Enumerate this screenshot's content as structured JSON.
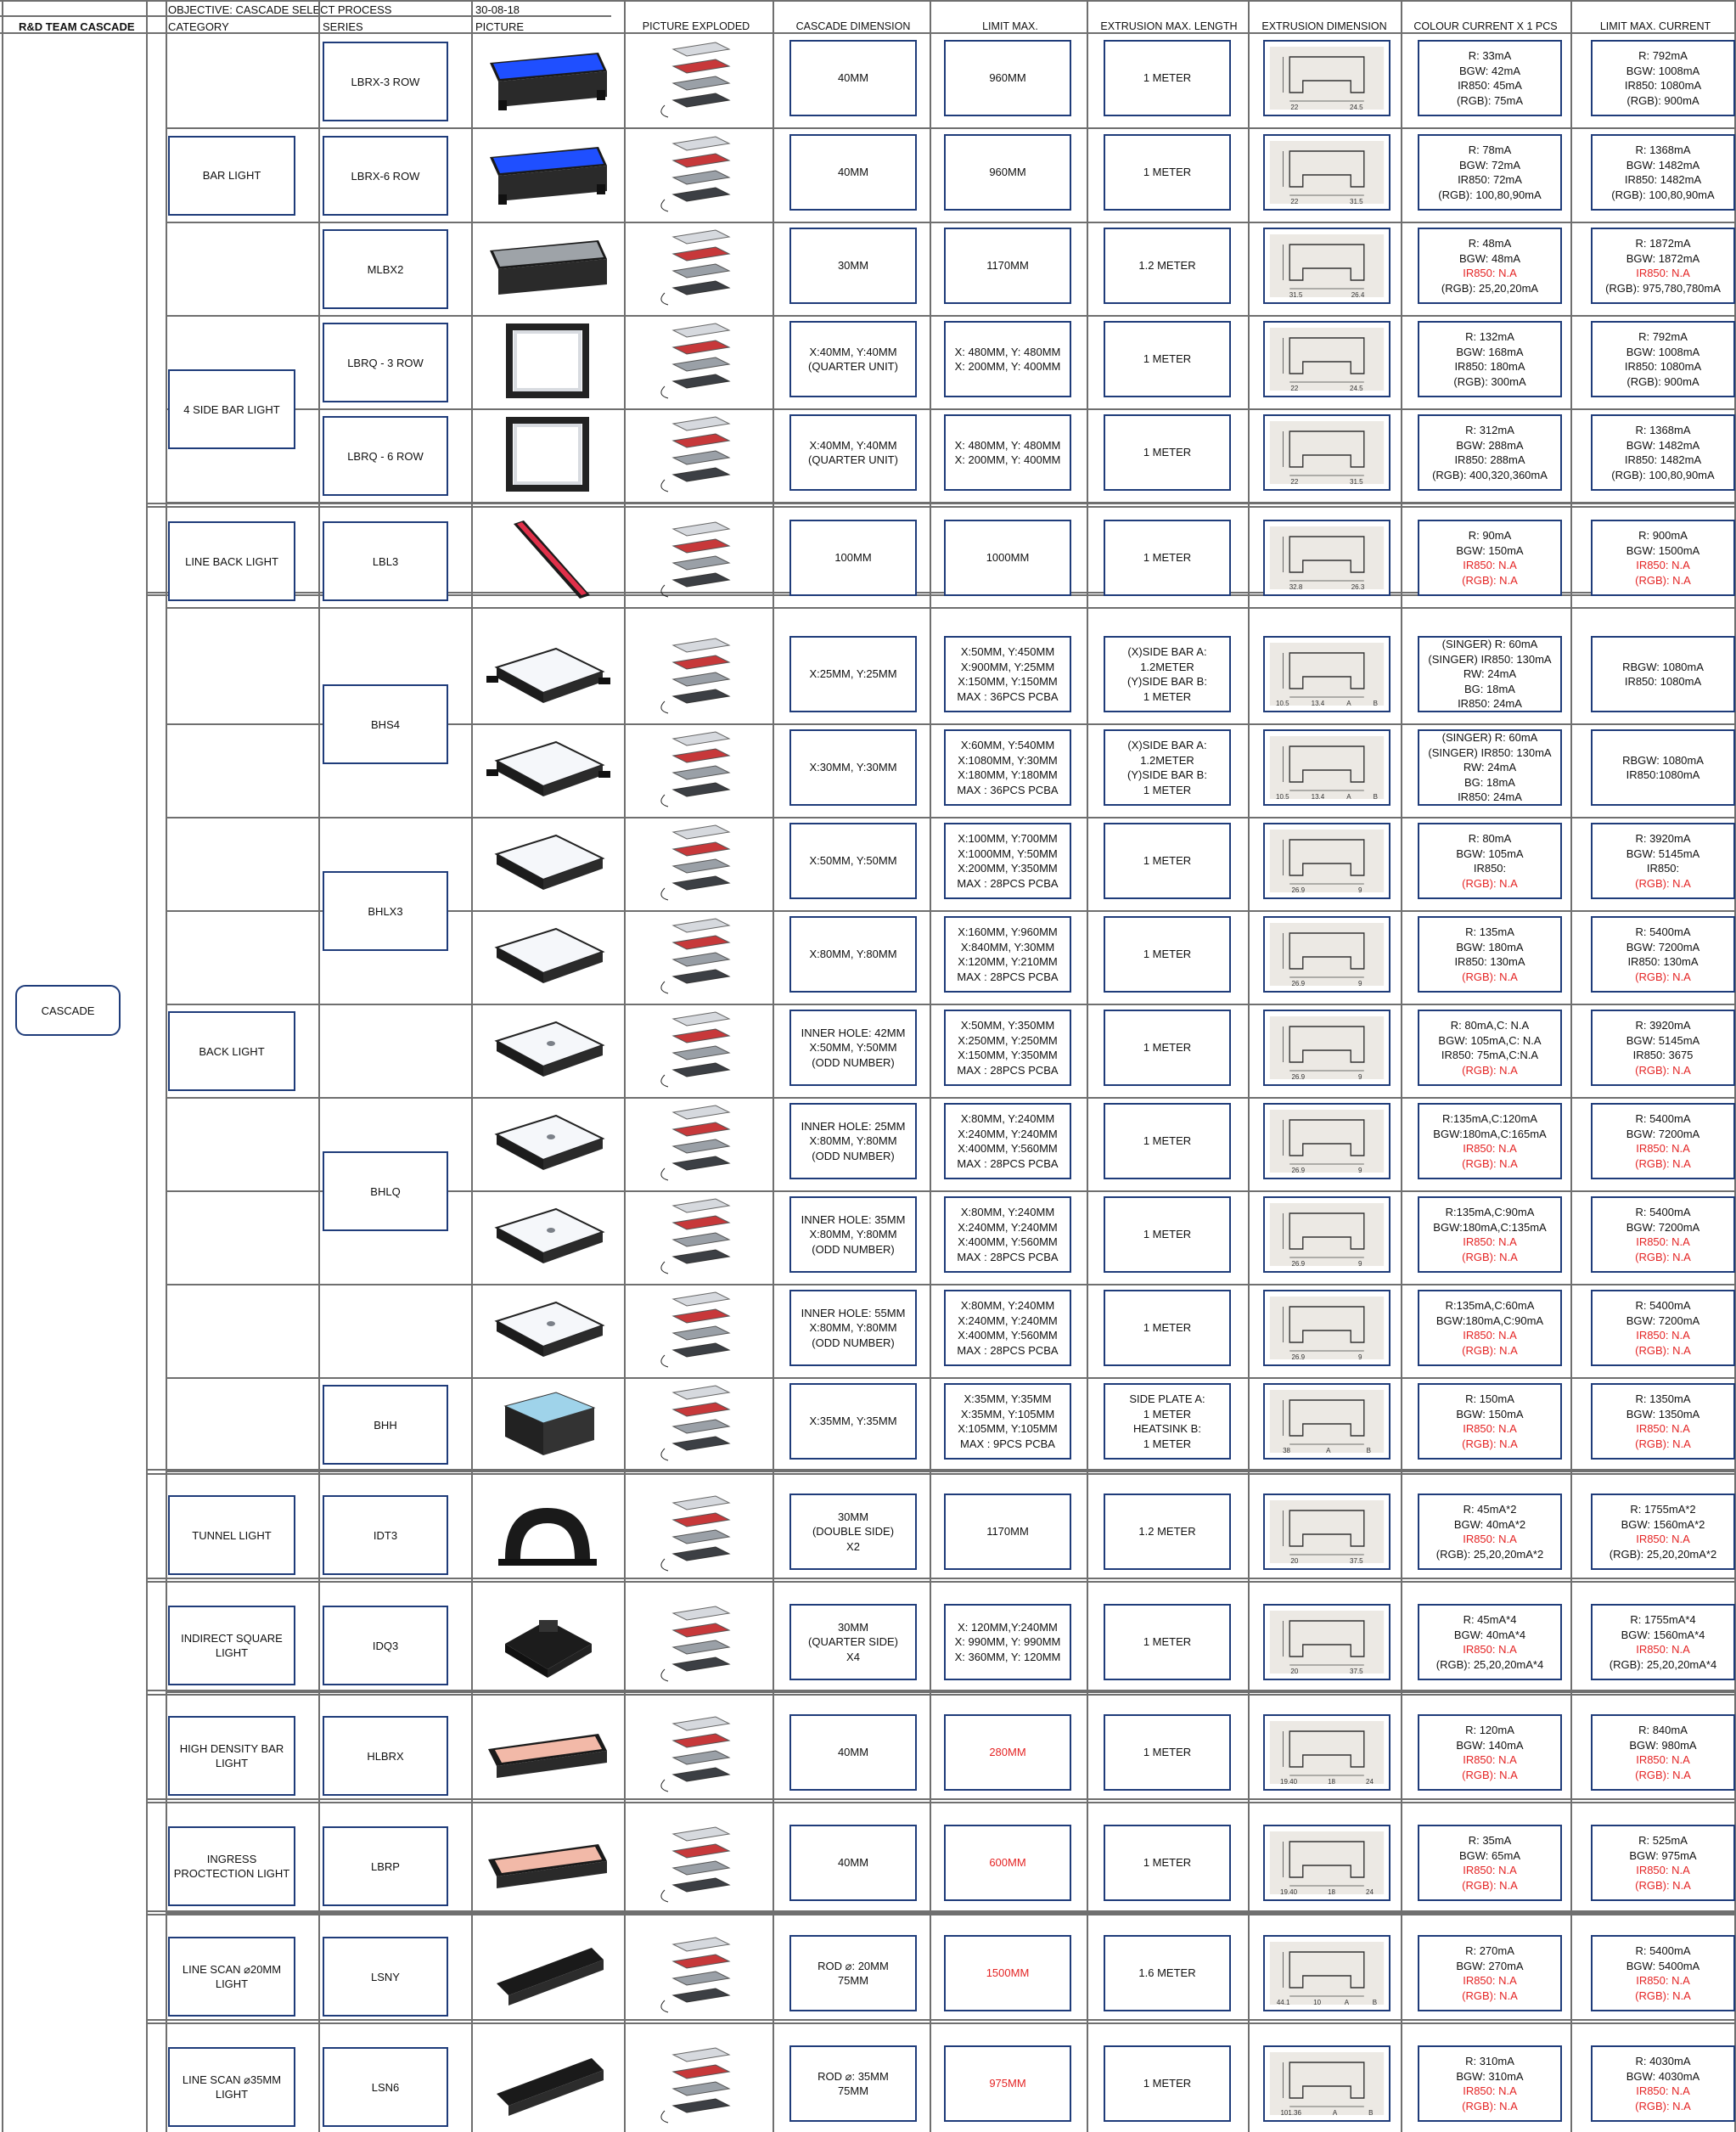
{
  "header": {
    "team_title": "R&D TEAM CASCADE",
    "objective": "OBJECTIVE: CASCADE SELECT PROCESS",
    "date": "30-08-18",
    "col_category": "CATEGORY",
    "col_series": "SERIES",
    "col_picture": "PICTURE",
    "col_exploded": "PICTURE EXPLODED",
    "col_cascade_dim": "CASCADE DIMENSION",
    "col_limit_max": "LIMIT MAX.",
    "col_ext_len": "EXTRUSION MAX. LENGTH",
    "col_ext_dim": "EXTRUSION DIMENSION",
    "col_colour_current": "COLOUR CURRENT X 1 PCS",
    "col_limit_current": "LIMIT MAX. CURRENT"
  },
  "root_label": "CASCADE",
  "categories": [
    {
      "label": "BAR LIGHT"
    },
    {
      "label": "4 SIDE BAR LIGHT"
    },
    {
      "label": "LINE BACK LIGHT"
    },
    {
      "label": "BACK LIGHT"
    },
    {
      "label": "TUNNEL LIGHT"
    },
    {
      "label": "INDIRECT SQUARE LIGHT"
    },
    {
      "label": "HIGH DENSITY BAR LIGHT"
    },
    {
      "label": "INGRESS PROCTECTION LIGHT"
    },
    {
      "label": "LINE SCAN ⌀20MM LIGHT"
    },
    {
      "label": "LINE SCAN ⌀35MM LIGHT"
    }
  ],
  "series": [
    {
      "label": "LBRX-3 ROW"
    },
    {
      "label": "LBRX-6 ROW"
    },
    {
      "label": "MLBX2"
    },
    {
      "label": "LBRQ - 3 ROW"
    },
    {
      "label": "LBRQ - 6 ROW"
    },
    {
      "label": "LBL3"
    },
    {
      "label": "BHS4"
    },
    {
      "label": "BHLX3"
    },
    {
      "label": "BHLQ"
    },
    {
      "label": "BHH"
    },
    {
      "label": "IDT3"
    },
    {
      "label": "IDQ3"
    },
    {
      "label": "HLBRX"
    },
    {
      "label": "LBRP"
    },
    {
      "label": "LSNY"
    },
    {
      "label": "LSN6"
    }
  ],
  "rows": [
    {
      "dim": [
        "40MM"
      ],
      "limit": [
        "960MM"
      ],
      "ext_len": [
        "1 METER"
      ],
      "ext_labels": [
        "22",
        "24.5"
      ],
      "colour": [
        [
          "R: 33mA",
          ""
        ],
        [
          "BGW: 42mA",
          ""
        ],
        [
          "IR850: 45mA",
          ""
        ],
        [
          "(RGB): 75mA",
          ""
        ]
      ],
      "limit_current": [
        [
          "R: 792mA",
          ""
        ],
        [
          "BGW: 1008mA",
          ""
        ],
        [
          "IR850: 1080mA",
          ""
        ],
        [
          "(RGB): 900mA",
          ""
        ]
      ]
    },
    {
      "dim": [
        "40MM"
      ],
      "limit": [
        "960MM"
      ],
      "ext_len": [
        "1 METER"
      ],
      "ext_labels": [
        "22",
        "31.5"
      ],
      "colour": [
        [
          "R: 78mA",
          ""
        ],
        [
          "BGW: 72mA",
          ""
        ],
        [
          "IR850: 72mA",
          ""
        ],
        [
          "(RGB): 100,80,90mA",
          ""
        ]
      ],
      "limit_current": [
        [
          "R: 1368mA",
          ""
        ],
        [
          "BGW: 1482mA",
          ""
        ],
        [
          "IR850: 1482mA",
          ""
        ],
        [
          "(RGB): 100,80,90mA",
          ""
        ]
      ]
    },
    {
      "dim": [
        "30MM"
      ],
      "limit": [
        "1170MM"
      ],
      "ext_len": [
        "1.2 METER"
      ],
      "ext_labels": [
        "31.5",
        "26.4"
      ],
      "colour": [
        [
          "R: 48mA",
          ""
        ],
        [
          "BGW: 48mA",
          ""
        ],
        [
          "IR850: N.A",
          "red"
        ],
        [
          "(RGB): 25,20,20mA",
          ""
        ]
      ],
      "limit_current": [
        [
          "R: 1872mA",
          ""
        ],
        [
          "BGW: 1872mA",
          ""
        ],
        [
          "IR850: N.A",
          "red"
        ],
        [
          "(RGB): 975,780,780mA",
          ""
        ]
      ]
    },
    {
      "dim": [
        "X:40MM, Y:40MM",
        "(QUARTER UNIT)"
      ],
      "limit": [
        "X: 480MM, Y: 480MM",
        "X: 200MM, Y: 400MM"
      ],
      "ext_len": [
        "1 METER"
      ],
      "ext_labels": [
        "22",
        "24.5"
      ],
      "colour": [
        [
          "R: 132mA",
          ""
        ],
        [
          "BGW: 168mA",
          ""
        ],
        [
          "IR850: 180mA",
          ""
        ],
        [
          "(RGB): 300mA",
          ""
        ]
      ],
      "limit_current": [
        [
          "R: 792mA",
          ""
        ],
        [
          "BGW: 1008mA",
          ""
        ],
        [
          "IR850: 1080mA",
          ""
        ],
        [
          "(RGB): 900mA",
          ""
        ]
      ]
    },
    {
      "dim": [
        "X:40MM, Y:40MM",
        "(QUARTER UNIT)"
      ],
      "limit": [
        "X: 480MM, Y: 480MM",
        "X: 200MM, Y: 400MM"
      ],
      "ext_len": [
        "1 METER"
      ],
      "ext_labels": [
        "22",
        "31.5"
      ],
      "colour": [
        [
          "R: 312mA",
          ""
        ],
        [
          "BGW: 288mA",
          ""
        ],
        [
          "IR850: 288mA",
          ""
        ],
        [
          "(RGB): 400,320,360mA",
          ""
        ]
      ],
      "limit_current": [
        [
          "R: 1368mA",
          ""
        ],
        [
          "BGW: 1482mA",
          ""
        ],
        [
          "IR850: 1482mA",
          ""
        ],
        [
          "(RGB): 100,80,90mA",
          ""
        ]
      ]
    },
    {
      "dim": [
        "100MM"
      ],
      "limit": [
        "1000MM"
      ],
      "ext_len": [
        "1 METER"
      ],
      "ext_labels": [
        "32.8",
        "26.3"
      ],
      "colour": [
        [
          "R: 90mA",
          ""
        ],
        [
          "BGW: 150mA",
          ""
        ],
        [
          "IR850: N.A",
          "red"
        ],
        [
          "(RGB): N.A",
          "red"
        ]
      ],
      "limit_current": [
        [
          "R: 900mA",
          ""
        ],
        [
          "BGW: 1500mA",
          ""
        ],
        [
          "IR850: N.A",
          "red"
        ],
        [
          "(RGB): N.A",
          "red"
        ]
      ]
    },
    {
      "dim": [
        "X:25MM, Y:25MM"
      ],
      "limit": [
        "X:50MM, Y:450MM",
        "X:900MM, Y:25MM",
        "X:150MM, Y:150MM",
        "MAX : 36PCS PCBA"
      ],
      "ext_len": [
        "(X)SIDE BAR A:",
        "1.2METER",
        "(Y)SIDE BAR B:",
        "1 METER"
      ],
      "ext_labels": [
        "10.5",
        "13.4",
        "A",
        "B"
      ],
      "colour": [
        [
          "(SINGER) R: 60mA",
          ""
        ],
        [
          "(SINGER) IR850: 130mA",
          ""
        ],
        [
          "RW: 24mA",
          ""
        ],
        [
          "BG: 18mA",
          ""
        ],
        [
          "IR850: 24mA",
          ""
        ]
      ],
      "limit_current": [
        [
          "RBGW: 1080mA",
          ""
        ],
        [
          "IR850: 1080mA",
          ""
        ]
      ]
    },
    {
      "dim": [
        "X:30MM, Y:30MM"
      ],
      "limit": [
        "X:60MM, Y:540MM",
        "X:1080MM, Y:30MM",
        "X:180MM, Y:180MM",
        "MAX : 36PCS PCBA"
      ],
      "ext_len": [
        "(X)SIDE BAR A:",
        "1.2METER",
        "(Y)SIDE BAR B:",
        "1 METER"
      ],
      "ext_labels": [
        "10.5",
        "13.4",
        "A",
        "B"
      ],
      "colour": [
        [
          "(SINGER) R: 60mA",
          ""
        ],
        [
          "(SINGER) IR850: 130mA",
          ""
        ],
        [
          "RW: 24mA",
          ""
        ],
        [
          "BG: 18mA",
          ""
        ],
        [
          "IR850: 24mA",
          ""
        ]
      ],
      "limit_current": [
        [
          "RBGW: 1080mA",
          ""
        ],
        [
          "IR850:1080mA",
          ""
        ]
      ]
    },
    {
      "dim": [
        "X:50MM, Y:50MM"
      ],
      "limit": [
        "X:100MM, Y:700MM",
        "X:1000MM, Y:50MM",
        "X:200MM, Y:350MM",
        "MAX : 28PCS PCBA"
      ],
      "ext_len": [
        "1 METER"
      ],
      "ext_labels": [
        "26.9",
        "9"
      ],
      "colour": [
        [
          "R: 80mA",
          ""
        ],
        [
          "BGW: 105mA",
          ""
        ],
        [
          "IR850:",
          ""
        ],
        [
          "(RGB): N.A",
          "red"
        ]
      ],
      "limit_current": [
        [
          "R: 3920mA",
          ""
        ],
        [
          "BGW: 5145mA",
          ""
        ],
        [
          "IR850:",
          ""
        ],
        [
          "(RGB): N.A",
          "red"
        ]
      ]
    },
    {
      "dim": [
        "X:80MM, Y:80MM"
      ],
      "limit": [
        "X:160MM, Y:960MM",
        "X:840MM, Y:30MM",
        "X:120MM, Y:210MM",
        "MAX : 28PCS PCBA"
      ],
      "ext_len": [
        "1 METER"
      ],
      "ext_labels": [
        "26.9",
        "9"
      ],
      "colour": [
        [
          "R: 135mA",
          ""
        ],
        [
          "BGW: 180mA",
          ""
        ],
        [
          "IR850: 130mA",
          ""
        ],
        [
          "(RGB): N.A",
          "red"
        ]
      ],
      "limit_current": [
        [
          "R: 5400mA",
          ""
        ],
        [
          "BGW: 7200mA",
          ""
        ],
        [
          "IR850: 130mA",
          ""
        ],
        [
          "(RGB): N.A",
          "red"
        ]
      ]
    },
    {
      "dim": [
        "INNER HOLE: 42MM",
        "X:50MM, Y:50MM",
        "(ODD NUMBER)"
      ],
      "limit": [
        "X:50MM, Y:350MM",
        "X:250MM, Y:250MM",
        "X:150MM, Y:350MM",
        "MAX : 28PCS PCBA"
      ],
      "ext_len": [
        "1 METER"
      ],
      "ext_labels": [
        "26.9",
        "9"
      ],
      "colour": [
        [
          "R: 80mA,C: N.A",
          ""
        ],
        [
          "BGW: 105mA,C: N.A",
          ""
        ],
        [
          "IR850: 75mA,C:N.A",
          ""
        ],
        [
          "(RGB): N.A",
          "red"
        ]
      ],
      "limit_current": [
        [
          "R: 3920mA",
          ""
        ],
        [
          "BGW: 5145mA",
          ""
        ],
        [
          "IR850: 3675",
          ""
        ],
        [
          "(RGB): N.A",
          "red"
        ]
      ]
    },
    {
      "dim": [
        "INNER HOLE: 25MM",
        "X:80MM, Y:80MM",
        "(ODD NUMBER)"
      ],
      "limit": [
        "X:80MM, Y:240MM",
        "X:240MM, Y:240MM",
        "X:400MM, Y:560MM",
        "MAX : 28PCS PCBA"
      ],
      "ext_len": [
        "1 METER"
      ],
      "ext_labels": [
        "26.9",
        "9"
      ],
      "colour": [
        [
          "R:135mA,C:120mA",
          ""
        ],
        [
          "BGW:180mA,C:165mA",
          ""
        ],
        [
          "IR850: N.A",
          "red"
        ],
        [
          "(RGB): N.A",
          "red"
        ]
      ],
      "limit_current": [
        [
          "R: 5400mA",
          ""
        ],
        [
          "BGW: 7200mA",
          ""
        ],
        [
          "IR850: N.A",
          "red"
        ],
        [
          "(RGB): N.A",
          "red"
        ]
      ]
    },
    {
      "dim": [
        "INNER HOLE: 35MM",
        "X:80MM, Y:80MM",
        "(ODD NUMBER)"
      ],
      "limit": [
        "X:80MM, Y:240MM",
        "X:240MM, Y:240MM",
        "X:400MM, Y:560MM",
        "MAX : 28PCS PCBA"
      ],
      "ext_len": [
        "1 METER"
      ],
      "ext_labels": [
        "26.9",
        "9"
      ],
      "colour": [
        [
          "R:135mA,C:90mA",
          ""
        ],
        [
          "BGW:180mA,C:135mA",
          ""
        ],
        [
          "IR850: N.A",
          "red"
        ],
        [
          "(RGB): N.A",
          "red"
        ]
      ],
      "limit_current": [
        [
          "R: 5400mA",
          ""
        ],
        [
          "BGW: 7200mA",
          ""
        ],
        [
          "IR850: N.A",
          "red"
        ],
        [
          "(RGB): N.A",
          "red"
        ]
      ]
    },
    {
      "dim": [
        "INNER HOLE: 55MM",
        "X:80MM, Y:80MM",
        "(ODD NUMBER)"
      ],
      "limit": [
        "X:80MM, Y:240MM",
        "X:240MM, Y:240MM",
        "X:400MM, Y:560MM",
        "MAX : 28PCS PCBA"
      ],
      "ext_len": [
        "1 METER"
      ],
      "ext_labels": [
        "26.9",
        "9"
      ],
      "colour": [
        [
          "R:135mA,C:60mA",
          ""
        ],
        [
          "BGW:180mA,C:90mA",
          ""
        ],
        [
          "IR850: N.A",
          "red"
        ],
        [
          "(RGB): N.A",
          "red"
        ]
      ],
      "limit_current": [
        [
          "R: 5400mA",
          ""
        ],
        [
          "BGW: 7200mA",
          ""
        ],
        [
          "IR850: N.A",
          "red"
        ],
        [
          "(RGB): N.A",
          "red"
        ]
      ]
    },
    {
      "dim": [
        "X:35MM, Y:35MM"
      ],
      "limit": [
        "X:35MM, Y:35MM",
        "X:35MM, Y:105MM",
        "X:105MM, Y:105MM",
        "MAX : 9PCS PCBA"
      ],
      "ext_len": [
        "SIDE PLATE A:",
        "1 METER",
        "HEATSINK B:",
        "1 METER"
      ],
      "ext_labels": [
        "38",
        "A",
        "B"
      ],
      "colour": [
        [
          "R: 150mA",
          ""
        ],
        [
          "BGW: 150mA",
          ""
        ],
        [
          "IR850: N.A",
          "red"
        ],
        [
          "(RGB): N.A",
          "red"
        ]
      ],
      "limit_current": [
        [
          "R: 1350mA",
          ""
        ],
        [
          "BGW: 1350mA",
          ""
        ],
        [
          "IR850: N.A",
          "red"
        ],
        [
          "(RGB): N.A",
          "red"
        ]
      ]
    },
    {
      "dim": [
        "30MM",
        "(DOUBLE SIDE)",
        "X2"
      ],
      "limit": [
        "1170MM"
      ],
      "ext_len": [
        "1.2 METER"
      ],
      "ext_labels": [
        "20",
        "37.5"
      ],
      "colour": [
        [
          "R: 45mA*2",
          ""
        ],
        [
          "BGW: 40mA*2",
          ""
        ],
        [
          "IR850: N.A",
          "red"
        ],
        [
          "(RGB): 25,20,20mA*2",
          ""
        ]
      ],
      "limit_current": [
        [
          "R: 1755mA*2",
          ""
        ],
        [
          "BGW: 1560mA*2",
          ""
        ],
        [
          "IR850: N.A",
          "red"
        ],
        [
          "(RGB): 25,20,20mA*2",
          ""
        ]
      ]
    },
    {
      "dim": [
        "30MM",
        "(QUARTER SIDE)",
        "X4"
      ],
      "limit": [
        "X: 120MM,Y:240MM",
        "X: 990MM, Y: 990MM",
        "X: 360MM, Y: 120MM"
      ],
      "ext_len": [
        "1 METER"
      ],
      "ext_labels": [
        "20",
        "37.5"
      ],
      "colour": [
        [
          "R: 45mA*4",
          ""
        ],
        [
          "BGW: 40mA*4",
          ""
        ],
        [
          "IR850: N.A",
          "red"
        ],
        [
          "(RGB): 25,20,20mA*4",
          ""
        ]
      ],
      "limit_current": [
        [
          "R: 1755mA*4",
          ""
        ],
        [
          "BGW: 1560mA*4",
          ""
        ],
        [
          "IR850: N.A",
          "red"
        ],
        [
          "(RGB): 25,20,20mA*4",
          ""
        ]
      ]
    },
    {
      "dim": [
        "40MM"
      ],
      "limit": [
        "280MM"
      ],
      "limit_red": true,
      "ext_len": [
        "1 METER"
      ],
      "ext_labels": [
        "19.40",
        "18",
        "24"
      ],
      "colour": [
        [
          "R: 120mA",
          ""
        ],
        [
          "BGW: 140mA",
          ""
        ],
        [
          "IR850: N.A",
          "red"
        ],
        [
          "(RGB): N.A",
          "red"
        ]
      ],
      "limit_current": [
        [
          "R: 840mA",
          ""
        ],
        [
          "BGW: 980mA",
          ""
        ],
        [
          "IR850: N.A",
          "red"
        ],
        [
          "(RGB): N.A",
          "red"
        ]
      ]
    },
    {
      "dim": [
        "40MM"
      ],
      "limit": [
        "600MM"
      ],
      "limit_red": true,
      "ext_len": [
        "1 METER"
      ],
      "ext_labels": [
        "19.40",
        "18",
        "24"
      ],
      "colour": [
        [
          "R: 35mA",
          ""
        ],
        [
          "BGW: 65mA",
          ""
        ],
        [
          "IR850: N.A",
          "red"
        ],
        [
          "(RGB): N.A",
          "red"
        ]
      ],
      "limit_current": [
        [
          "R: 525mA",
          ""
        ],
        [
          "BGW: 975mA",
          ""
        ],
        [
          "IR850: N.A",
          "red"
        ],
        [
          "(RGB): N.A",
          "red"
        ]
      ]
    },
    {
      "dim": [
        "ROD ⌀: 20MM",
        "75MM"
      ],
      "limit": [
        "1500MM"
      ],
      "limit_red": true,
      "ext_len": [
        "1.6 METER"
      ],
      "ext_labels": [
        "44.1",
        "10",
        "A",
        "B"
      ],
      "colour": [
        [
          "R: 270mA",
          ""
        ],
        [
          "BGW: 270mA",
          ""
        ],
        [
          "IR850: N.A",
          "red"
        ],
        [
          "(RGB): N.A",
          "red"
        ]
      ],
      "limit_current": [
        [
          "R: 5400mA",
          ""
        ],
        [
          "BGW: 5400mA",
          ""
        ],
        [
          "IR850: N.A",
          "red"
        ],
        [
          "(RGB): N.A",
          "red"
        ]
      ]
    },
    {
      "dim": [
        "ROD ⌀: 35MM",
        "75MM"
      ],
      "limit": [
        "975MM"
      ],
      "limit_red": true,
      "ext_len": [
        "1 METER"
      ],
      "ext_labels": [
        "101.36",
        "A",
        "B"
      ],
      "colour": [
        [
          "R: 310mA",
          ""
        ],
        [
          "BGW: 310mA",
          ""
        ],
        [
          "IR850: N.A",
          "red"
        ],
        [
          "(RGB): N.A",
          "red"
        ]
      ],
      "limit_current": [
        [
          "R: 4030mA",
          ""
        ],
        [
          "BGW: 4030mA",
          ""
        ],
        [
          "IR850: N.A",
          "red"
        ],
        [
          "(RGB): N.A",
          "red"
        ]
      ]
    }
  ]
}
